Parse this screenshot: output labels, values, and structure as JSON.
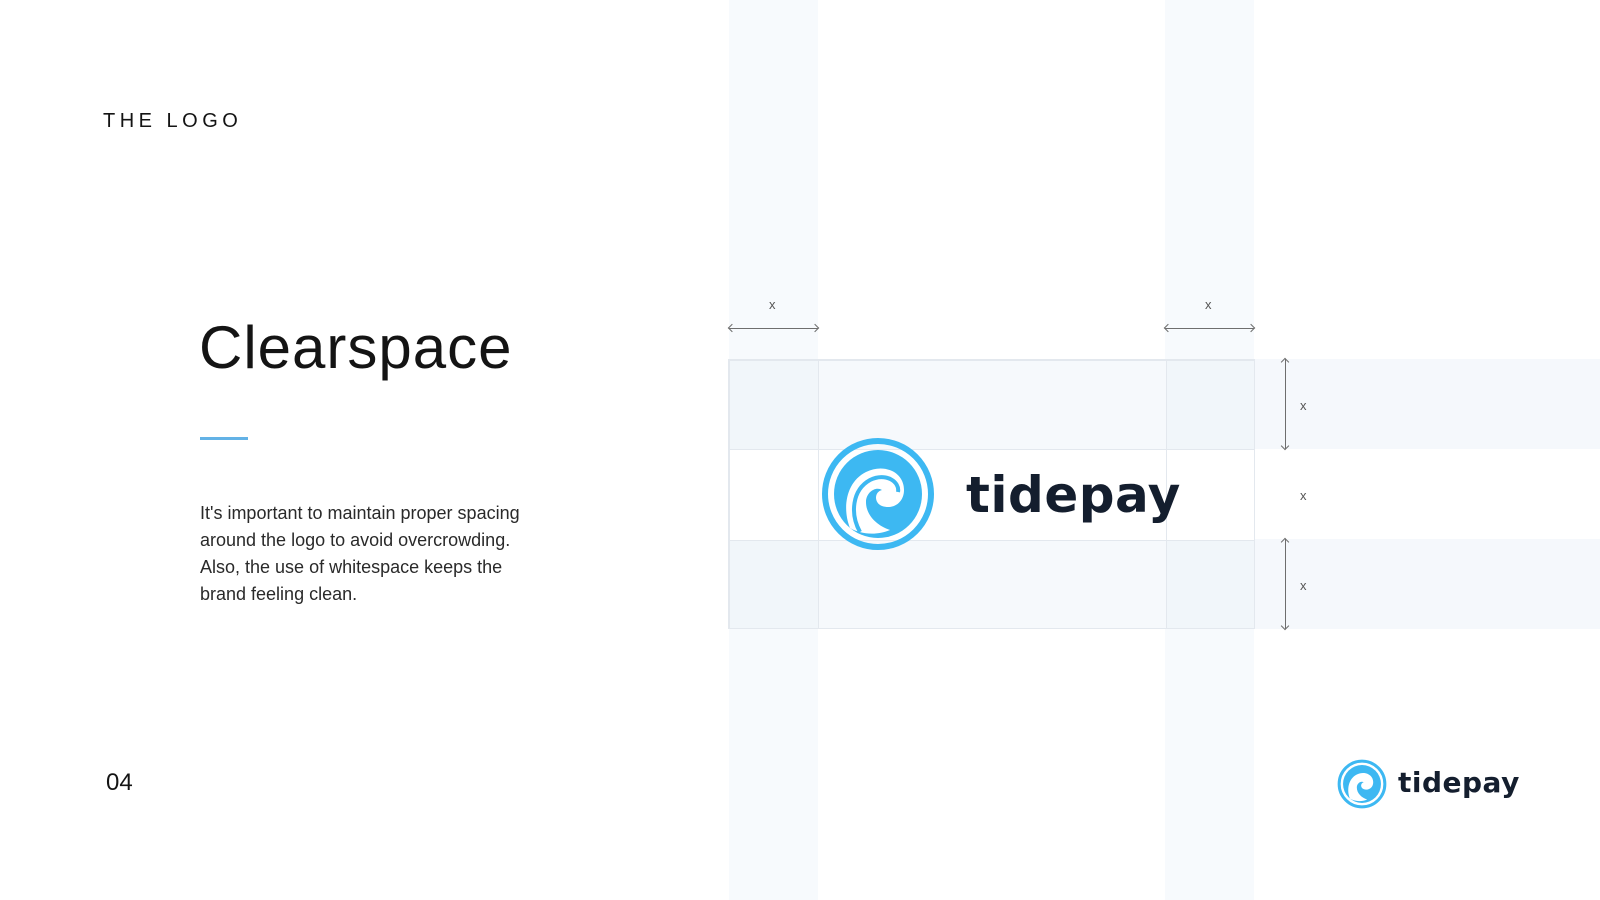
{
  "section_label": "THE LOGO",
  "title": "Clearspace",
  "body": "It's important to maintain proper spacing around the logo to avoid overcrowding. Also, the use of whitespace keeps the brand feeling clean.",
  "page_number": "04",
  "clearspace": {
    "unit_label_top_left": "x",
    "unit_label_top_right": "x",
    "unit_label_right_1": "x",
    "unit_label_right_2": "x",
    "unit_label_right_3": "x"
  },
  "logo": {
    "wordmark": "tidepay",
    "mark_icon": "wave-circle-icon",
    "brand_color": "#3db8f2",
    "text_color": "#141e2e"
  },
  "footer_logo": {
    "wordmark": "tidepay",
    "mark_icon": "wave-circle-icon"
  },
  "colors": {
    "accent": "#63b2e6",
    "band": "#f7fafd"
  }
}
